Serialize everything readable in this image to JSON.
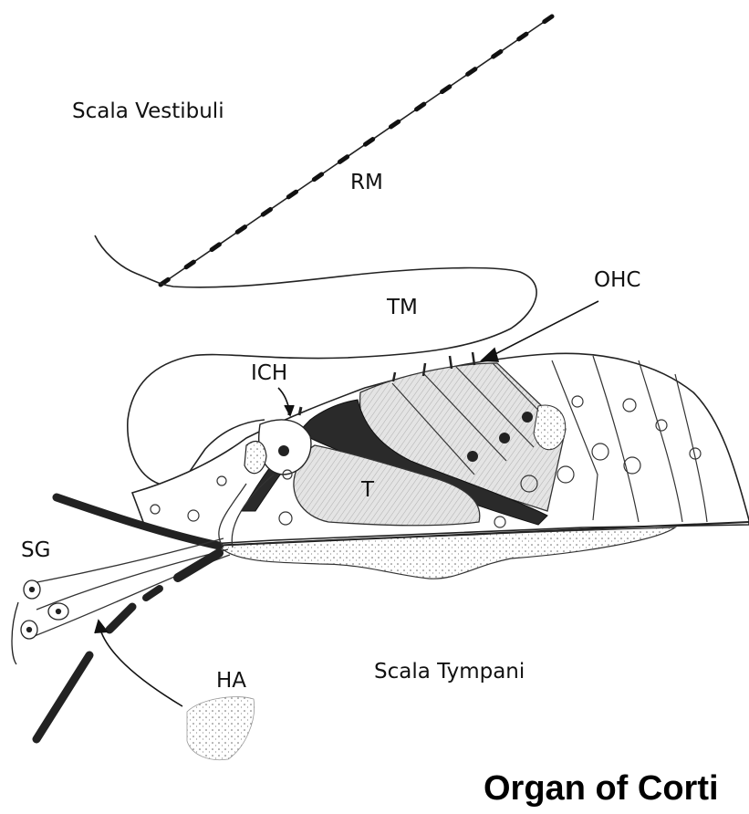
{
  "figure": {
    "title": "Organ of Corti",
    "labels": {
      "scala_vestibuli": "Scala Vestibuli",
      "reissner_membrane": "RM",
      "tectorial_membrane": "TM",
      "outer_hair_cells": "OHC",
      "inner_hair_cell": "ICH",
      "tunnel": "T",
      "spiral_ganglion": "SG",
      "habenula": "HA",
      "scala_tympani": "Scala Tympani"
    }
  },
  "colors": {
    "ink": "#111111",
    "shade": "#d9d9d9",
    "dark_shade": "#2a2a2a",
    "background": "#ffffff"
  }
}
